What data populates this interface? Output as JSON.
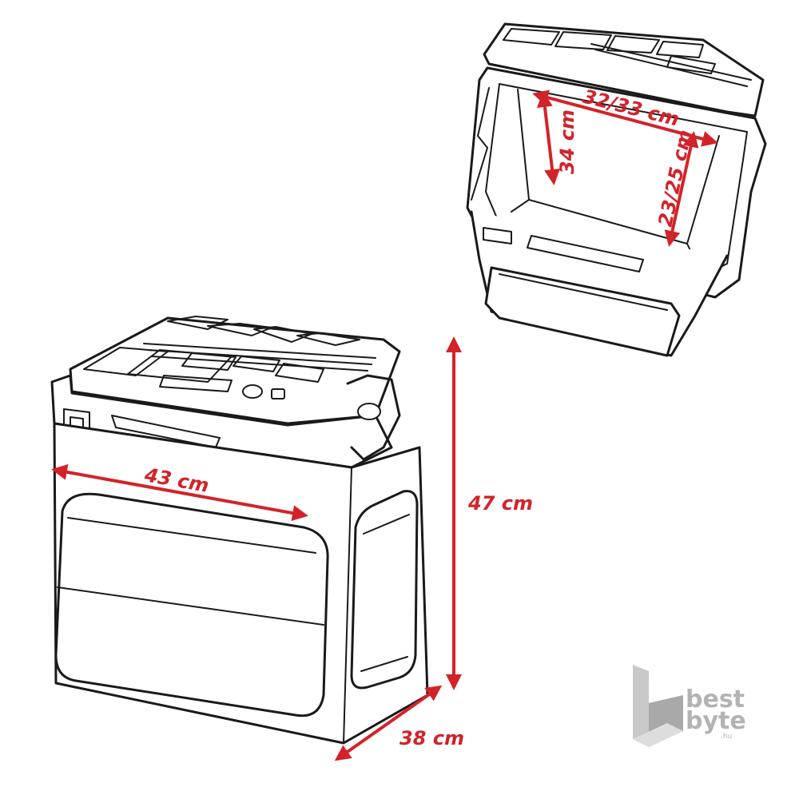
{
  "dimensions": {
    "open_width": "32/33 cm",
    "open_depth_left": "34 cm",
    "open_depth_right": "23/25 cm",
    "width": "43 cm",
    "height": "47 cm",
    "depth": "38 cm"
  },
  "logo": {
    "line1": "best",
    "line2": "byte",
    "suffix": ".hu"
  },
  "colors": {
    "dimension": "#d2232a",
    "outline": "#1a1a1a",
    "logo": "#b3b3b3"
  }
}
